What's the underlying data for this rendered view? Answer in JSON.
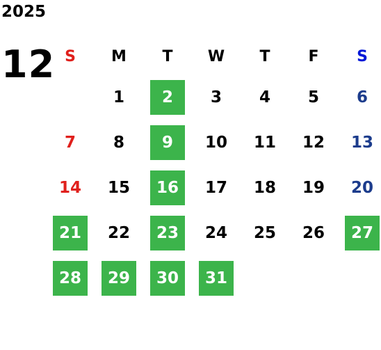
{
  "year": "2025",
  "month": "12",
  "weekdays": [
    "S",
    "M",
    "T",
    "W",
    "T",
    "F",
    "S"
  ],
  "weeks": [
    [
      {
        "d": ""
      },
      {
        "d": "1"
      },
      {
        "d": "2",
        "hl": true
      },
      {
        "d": "3"
      },
      {
        "d": "4"
      },
      {
        "d": "5"
      },
      {
        "d": "6"
      }
    ],
    [
      {
        "d": "7"
      },
      {
        "d": "8"
      },
      {
        "d": "9",
        "hl": true
      },
      {
        "d": "10"
      },
      {
        "d": "11"
      },
      {
        "d": "12"
      },
      {
        "d": "13"
      }
    ],
    [
      {
        "d": "14"
      },
      {
        "d": "15"
      },
      {
        "d": "16",
        "hl": true
      },
      {
        "d": "17"
      },
      {
        "d": "18"
      },
      {
        "d": "19"
      },
      {
        "d": "20"
      }
    ],
    [
      {
        "d": "21",
        "hl": true
      },
      {
        "d": "22"
      },
      {
        "d": "23",
        "hl": true
      },
      {
        "d": "24"
      },
      {
        "d": "25"
      },
      {
        "d": "26"
      },
      {
        "d": "27",
        "hl": true
      }
    ],
    [
      {
        "d": "28",
        "hl": true
      },
      {
        "d": "29",
        "hl": true
      },
      {
        "d": "30",
        "hl": true
      },
      {
        "d": "31",
        "hl": true
      },
      {
        "d": ""
      },
      {
        "d": ""
      },
      {
        "d": ""
      }
    ]
  ],
  "colors": {
    "highlight": "#3cb44b",
    "sunday": "#e0201c",
    "saturday_header": "#0018d8",
    "saturday": "#1c3c8c"
  }
}
